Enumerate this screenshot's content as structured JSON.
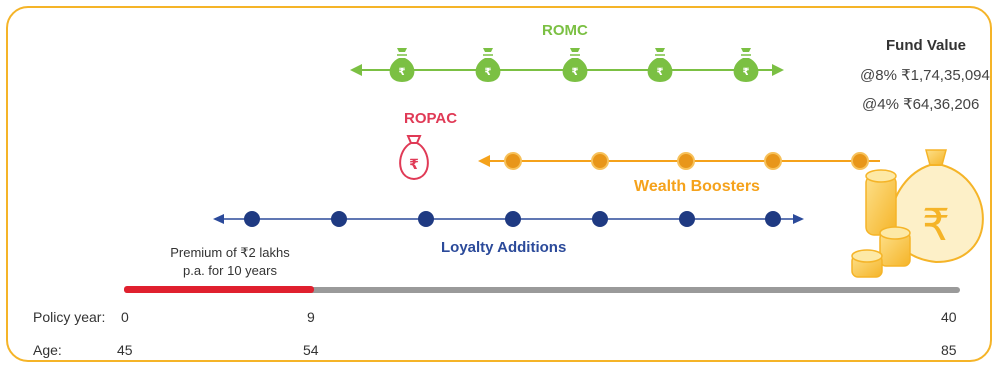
{
  "romc": {
    "label": "ROMC",
    "color": "#7bc043",
    "icon": "money-bag-rupee-icon",
    "bag_count": 5
  },
  "ropac": {
    "label": "ROPAC",
    "color": "#e03a56",
    "icon": "money-bag-outline-rupee-icon"
  },
  "wealth_boosters": {
    "label": "Wealth Boosters",
    "color": "#f5a21b",
    "dot_count": 5
  },
  "loyalty_additions": {
    "label": "Loyalty Additions",
    "color": "#2b4a9a",
    "dot_count": 7
  },
  "fund_value": {
    "title": "Fund Value",
    "at_8": "@8% ₹1,74,35,094",
    "at_4": "@4% ₹64,36,206",
    "icon": "gold-coins-money-bag-icon"
  },
  "premium": {
    "line1": "Premium of ₹2 lakhs",
    "line2": "p.a. for 10 years",
    "color": "#e0202e"
  },
  "timeline": {
    "policy_year_label": "Policy year:",
    "age_label": "Age:",
    "policy_years": [
      "0",
      "9",
      "40"
    ],
    "ages": [
      "45",
      "54",
      "85"
    ]
  },
  "rupee_symbol": "₹"
}
